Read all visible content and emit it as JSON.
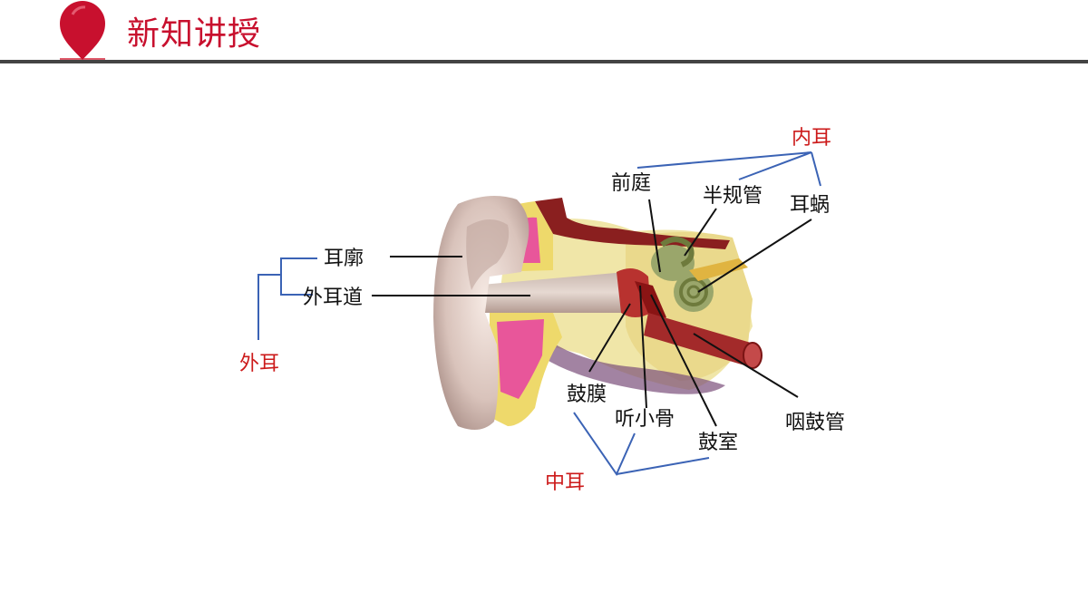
{
  "header": {
    "title": "新知讲授",
    "accent_color": "#c8102e",
    "rule_color": "#444444",
    "icon": "map-pin-icon"
  },
  "diagram": {
    "line_color_group": "#3b63b5",
    "line_color_pointer": "#111111",
    "group_label_color": "#cc1a1a",
    "groups": {
      "outer": "外耳",
      "middle": "中耳",
      "inner": "内耳"
    },
    "labels": {
      "auricle": "耳廓",
      "ear_canal": "外耳道",
      "vestibule": "前庭",
      "semicircular_canals": "半规管",
      "cochlea": "耳蜗",
      "eardrum": "鼓膜",
      "ossicles": "听小骨",
      "tympanic_cavity": "鼓室",
      "eustachian_tube": "咽鼓管"
    }
  }
}
